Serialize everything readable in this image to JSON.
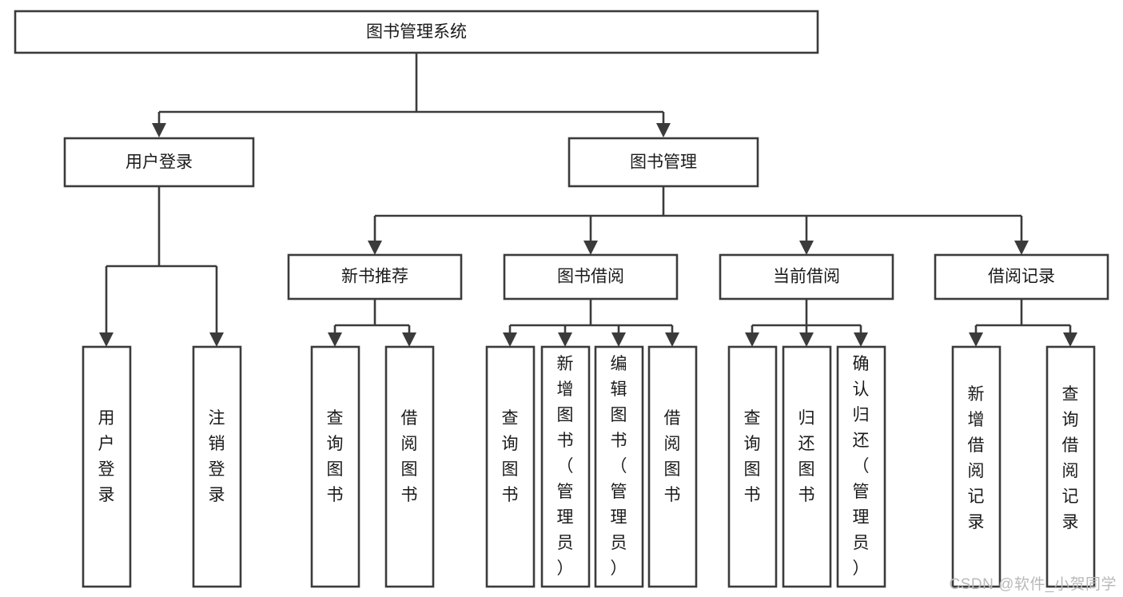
{
  "diagram": {
    "type": "tree-hierarchy",
    "title": "图书管理系统",
    "watermark": "CSDN @软件_小贺同学",
    "colors": {
      "stroke": "#3b3b3b",
      "box_fill": "#ffffff",
      "text": "#1a1a1a",
      "background": "#ffffff",
      "watermark": "#b9b9b9"
    },
    "levels": {
      "root": {
        "label": "图书管理系统",
        "orientation": "horizontal"
      },
      "level2": [
        {
          "label": "用户登录",
          "orientation": "horizontal"
        },
        {
          "label": "图书管理",
          "orientation": "horizontal"
        }
      ],
      "level3": [
        {
          "label": "新书推荐",
          "orientation": "horizontal"
        },
        {
          "label": "图书借阅",
          "orientation": "horizontal"
        },
        {
          "label": "当前借阅",
          "orientation": "horizontal"
        },
        {
          "label": "借阅记录",
          "orientation": "horizontal"
        }
      ],
      "leaves": [
        {
          "label": "用户登录",
          "orientation": "vertical",
          "parent": "用户登录"
        },
        {
          "label": "注销登录",
          "orientation": "vertical",
          "parent": "用户登录"
        },
        {
          "label": "查询图书",
          "orientation": "vertical",
          "parent": "新书推荐"
        },
        {
          "label": "借阅图书",
          "orientation": "vertical",
          "parent": "新书推荐"
        },
        {
          "label": "查询图书",
          "orientation": "vertical",
          "parent": "图书借阅"
        },
        {
          "label": "新增图书（管理员）",
          "orientation": "vertical",
          "parent": "图书借阅"
        },
        {
          "label": "编辑图书（管理员）",
          "orientation": "vertical",
          "parent": "图书借阅"
        },
        {
          "label": "借阅图书",
          "orientation": "vertical",
          "parent": "图书借阅"
        },
        {
          "label": "查询图书",
          "orientation": "vertical",
          "parent": "当前借阅"
        },
        {
          "label": "归还图书",
          "orientation": "vertical",
          "parent": "当前借阅"
        },
        {
          "label": "确认归还（管理员）",
          "orientation": "vertical",
          "parent": "当前借阅"
        },
        {
          "label": "新增借阅记录",
          "orientation": "vertical",
          "parent": "借阅记录"
        },
        {
          "label": "查询借阅记录",
          "orientation": "vertical",
          "parent": "借阅记录"
        }
      ]
    }
  }
}
